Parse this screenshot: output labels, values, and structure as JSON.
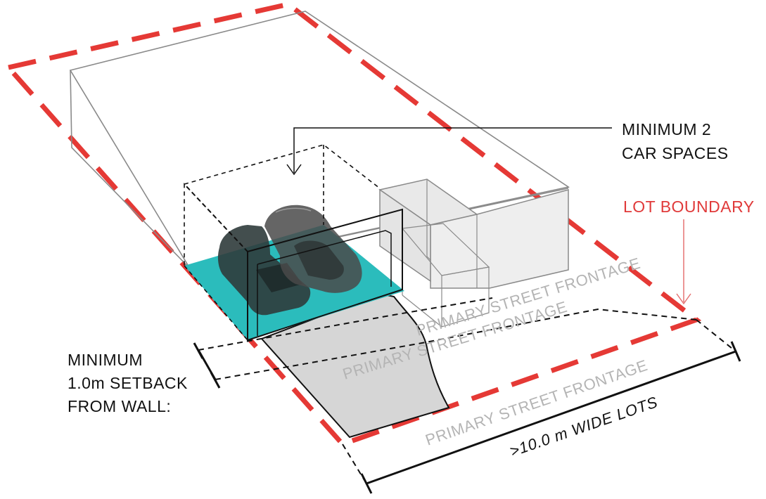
{
  "labels": {
    "min_car_spaces_line1": "MINIMUM 2",
    "min_car_spaces_line2": "CAR SPACES",
    "lot_boundary": "LOT BOUNDARY",
    "setback_line1": "MINIMUM",
    "setback_line2": "1.0m SETBACK",
    "setback_line3": "FROM WALL:",
    "street_frontage_upper": "PRIMARY STREET FRONTAGE",
    "street_frontage_middle": "PRIMARY STREET FRONTAGE",
    "street_frontage_lower": "PRIMARY STREET FRONTAGE",
    "lot_width": ">10.0 m WIDE LOTS"
  },
  "colors": {
    "lot_boundary": "#e53935",
    "garage_floor": "#2bbcbc",
    "driveway": "#d6d6d6",
    "outline": "#111111",
    "muted_text": "#b4b4b4"
  }
}
